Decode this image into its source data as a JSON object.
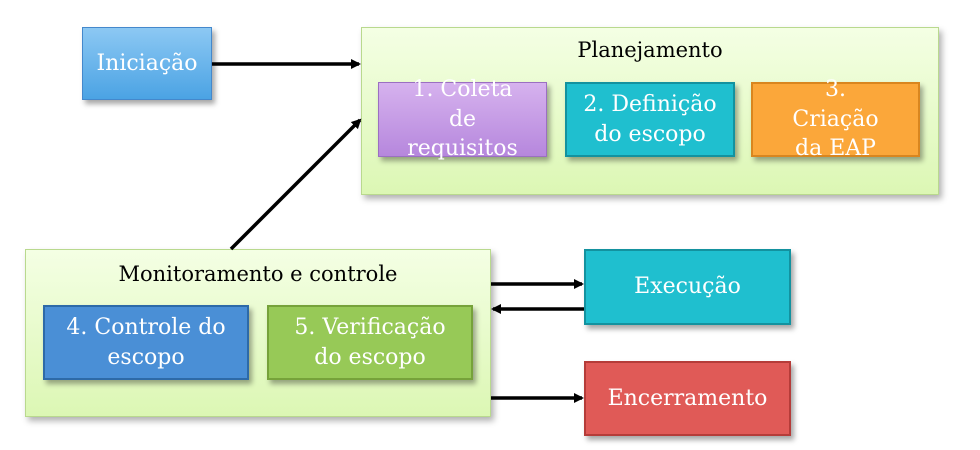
{
  "nodes": {
    "iniciacao": "Iniciação",
    "planejamento": "Planejamento",
    "coleta": "1. Coleta de requisitos",
    "definicao": "2. Definição do escopo",
    "eap": "3. Criação da EAP",
    "monitoramento": "Monitoramento e controle",
    "controle": "4. Controle do escopo",
    "verificacao": "5. Verificação do escopo",
    "execucao": "Execução",
    "encerramento": "Encerramento"
  },
  "colors": {
    "group_fill": "#dcf7b4",
    "iniciacao": "#4ba3e4",
    "coleta": "#b687dd",
    "definicao": "#1fbfcf",
    "eap": "#fba73a",
    "controle": "#4a8fd6",
    "verificacao": "#97c957",
    "execucao": "#1fbfcf",
    "encerramento": "#e05a57",
    "arrow": "#000000"
  }
}
